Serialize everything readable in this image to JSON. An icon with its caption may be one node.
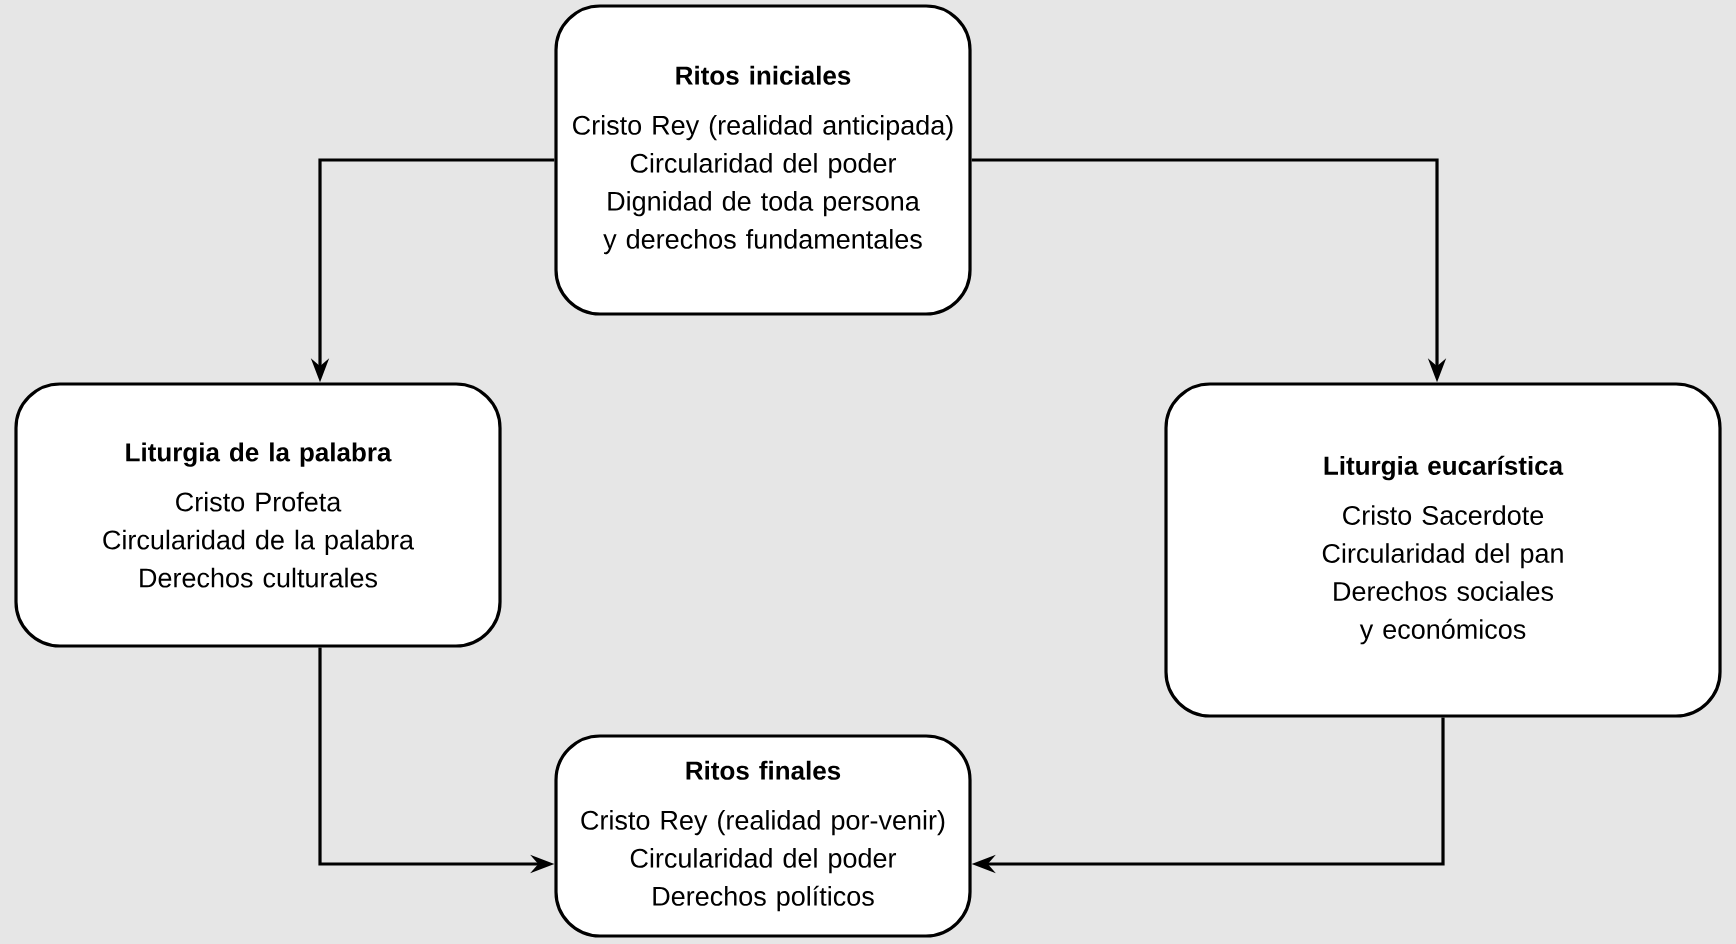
{
  "diagram": {
    "nodes": [
      {
        "text": [
          "Ritos iniciales",
          "Cristo Rey (realidad anticipada)",
          "Circularidad del poder",
          "Dignidad de toda persona y derechos fundamentales"
        ]
      },
      {
        "text": [
          "Liturgia de la palabra",
          "Cristo Profeta",
          "Circularidad de la palabra",
          "Derechos culturales"
        ]
      },
      {
        "text": [
          "Liturgia eucarística",
          "Cristo Sacerdote",
          "Circularidad del pan",
          "Derechos sociales y económicos"
        ]
      },
      {
        "text": [
          "Ritos finales",
          "Cristo Rey (realidad por-venir)",
          "Circularidad del poder",
          "Derechos políticos"
        ]
      }
    ],
    "edges": [
      {
        "from": 0,
        "to": 1,
        "arrow": "to"
      },
      {
        "from": 0,
        "to": 2,
        "arrow": "to"
      },
      {
        "from": 1,
        "to": 3,
        "arrow": "to"
      },
      {
        "from": 2,
        "to": 3,
        "arrow": "to"
      }
    ]
  }
}
